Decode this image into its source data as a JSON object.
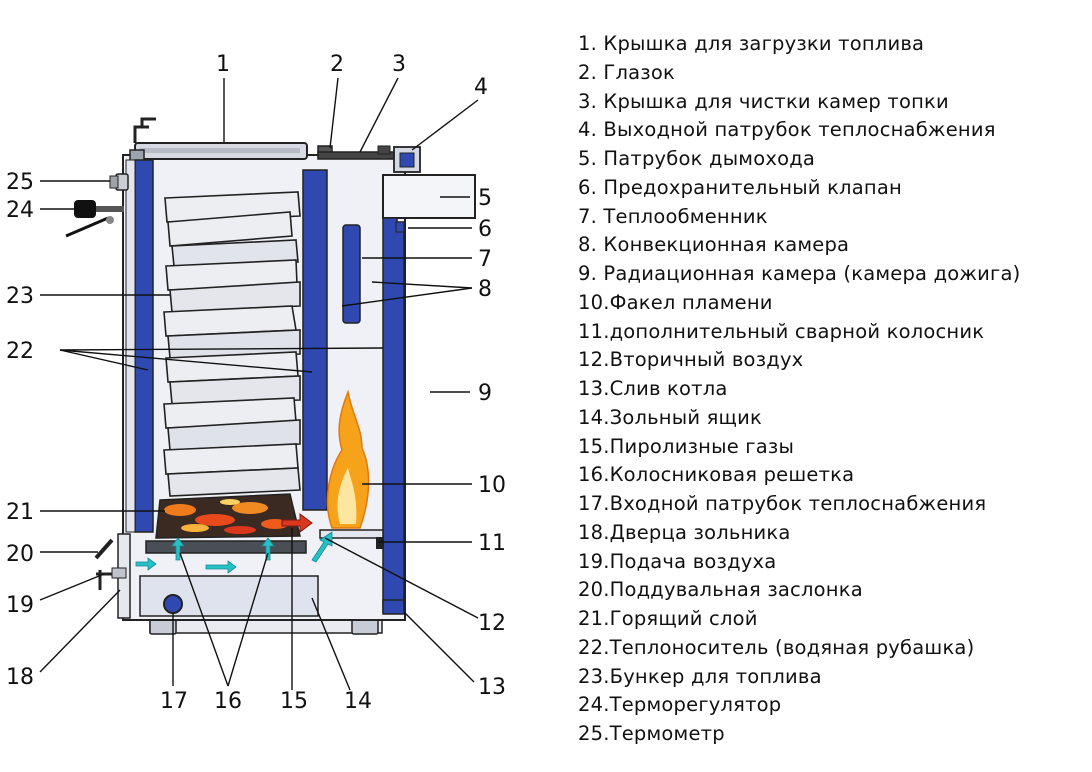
{
  "colors": {
    "jacket": "#2f49b0",
    "body": "#f0f1f6",
    "outline": "#222222",
    "fuel_light": "#eceef2",
    "fuel_dark": "#9ea3ab",
    "flame": "#f7a21b",
    "flame_core": "#fde6a0",
    "ember": "#d9381e",
    "air_arrow": "#26c0c7",
    "ashbox": "#dfe3ee",
    "leader": "#111111"
  },
  "callouts": [
    "1",
    "2",
    "3",
    "4",
    "5",
    "6",
    "7",
    "8",
    "9",
    "10",
    "11",
    "12",
    "13",
    "14",
    "15",
    "16",
    "17",
    "18",
    "19",
    "20",
    "21",
    "22",
    "23",
    "24",
    "25"
  ],
  "legend": [
    "1. Крышка для загрузки топлива",
    "2. Глазок",
    "3. Крышка для чистки камер топки",
    "4. Выходной патрубок теплоснабжения",
    "5. Патрубок дымохода",
    "6. Предохранительный клапан",
    "7. Теплообменник",
    "8. Конвекционная камера",
    "9. Радиационная камера (камера дожига)",
    "10.Факел пламени",
    "11.дополнительный сварной колосник",
    "12.Вторичный воздух",
    "13.Слив котла",
    "14.Зольный ящик",
    "15.Пиролизные газы",
    "16.Колосниковая решетка",
    "17.Входной патрубок теплоснабжения",
    "18.Дверца зольника",
    "19.Подача воздуха",
    "20.Поддувальная заслонка",
    "21.Горящий слой",
    "22.Теплоноситель (водяная рубашка)",
    "23.Бункер для топлива",
    "24.Терморегулятор",
    "25.Термометр"
  ]
}
